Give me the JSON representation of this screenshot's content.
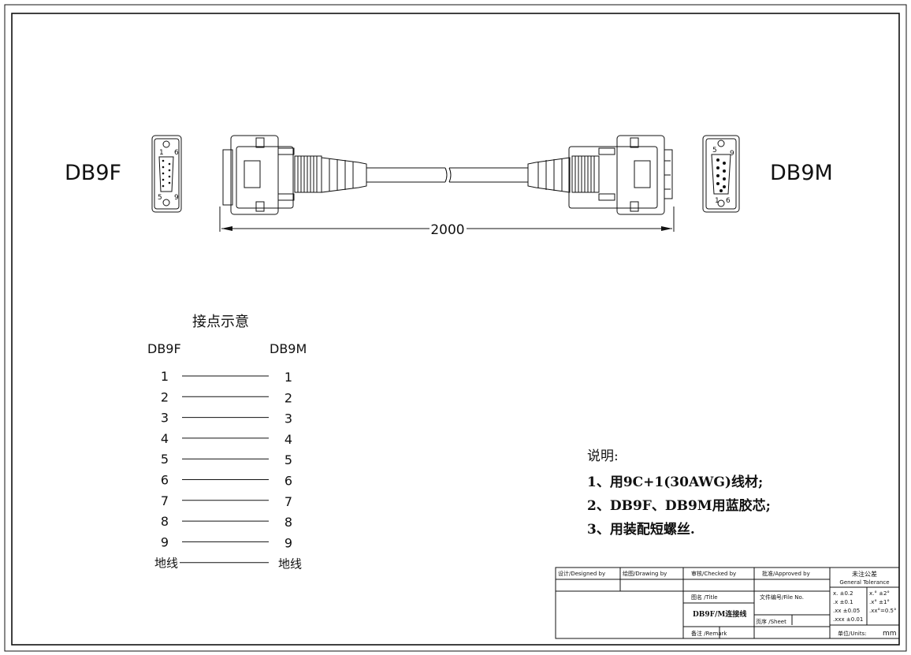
{
  "left_connector": {
    "label": "DB9F",
    "pin_tl": "1",
    "pin_tr": "6",
    "pin_bl": "5",
    "pin_br": "9"
  },
  "right_connector": {
    "label": "DB9M",
    "pin_tl": "5",
    "pin_tr": "9",
    "pin_bl": "1",
    "pin_br": "6"
  },
  "dimension": "2000",
  "wiring": {
    "title": "接点示意",
    "left_header": "DB9F",
    "right_header": "DB9M",
    "rows": [
      {
        "l": "1",
        "r": "1"
      },
      {
        "l": "2",
        "r": "2"
      },
      {
        "l": "3",
        "r": "3"
      },
      {
        "l": "4",
        "r": "4"
      },
      {
        "l": "5",
        "r": "5"
      },
      {
        "l": "6",
        "r": "6"
      },
      {
        "l": "7",
        "r": "7"
      },
      {
        "l": "8",
        "r": "8"
      },
      {
        "l": "9",
        "r": "9"
      },
      {
        "l": "地线",
        "r": "地线"
      }
    ]
  },
  "notes": {
    "title": "说明:",
    "items": [
      "1、用9C+1(30AWG)线材;",
      "2、DB9F、DB9M用蓝胶芯;",
      "3、用装配短螺丝."
    ]
  },
  "title_block": {
    "designed_by": "设计/Designed by",
    "drawing_by": "绘图/Drawing by",
    "checked_by": "审核/Checked by",
    "approved_by": "批准/Approved by",
    "tolerance_cn": "未注公差",
    "tolerance_en": "General Tolerance",
    "title_label": "图名 /Title",
    "file_no": "文件编号/File No.",
    "title_value": "DB9F/M连接线",
    "sheet": "页序 /Sheet",
    "remark": "备注 /Remark",
    "tol": [
      "x.  ±0.2",
      ".x  ±0.1",
      ".xx ±0.05",
      ".xxx ±0.01"
    ],
    "tol_ang": [
      "x.° ±2°",
      ".x° ±1°",
      ".xx°=0.5°"
    ],
    "units": "单位/Units:",
    "units_value": "mm"
  }
}
